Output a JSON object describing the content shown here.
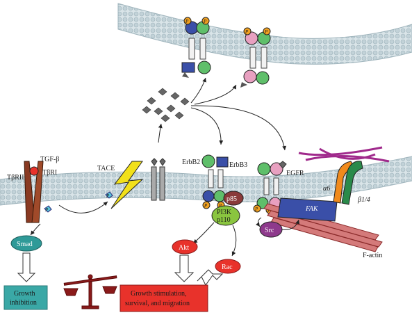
{
  "labels": {
    "tgfbeta": "TGF-β",
    "tbrii": "TβRII",
    "tbri": "TβRI",
    "tace": "TACE",
    "erbb2": "ErbB2",
    "erbb3": "ErbB3",
    "egfr": "EGFR",
    "p85": "p85",
    "pi3k": "PI3K",
    "p110": "p110",
    "fak": "FAK",
    "alpha6": "α6",
    "beta14": "β1/4",
    "src": "Src",
    "factin": "F-actin",
    "smad": "Smad",
    "akt": "Akt",
    "rac": "Rac",
    "p": "P",
    "growth_inhibition_1": "Growth",
    "growth_inhibition_2": "inhibition",
    "growth_stim_1": "Growth stimulation,",
    "growth_stim_2": "survival, and migration"
  },
  "colors": {
    "membrane": "#b7c9cf",
    "smad": "#2f9a98",
    "growth_inhibition": "#3aa8a6",
    "growth_stim": "#e8322b",
    "red_node": "#e8322b",
    "pi3k": "#8ac53f",
    "p85": "#8a3a3a",
    "src": "#8e3a8c",
    "fak": "#3a4fa8",
    "alpha6": "#f08a1c",
    "beta14": "#2a8a4a",
    "integrin_purple": "#a02a8c",
    "tace_bolt": "#f2e01a",
    "receptor_brown": "#8a3a22",
    "p_phos": "#f0a020",
    "scale": "#8a1a1a"
  }
}
